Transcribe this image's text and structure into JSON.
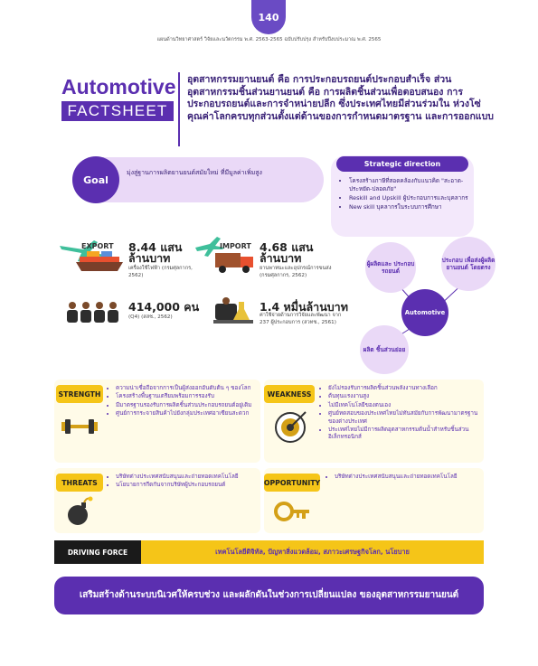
{
  "header": {
    "page_number": "140",
    "running_title": "แผนด้านวิทยาศาสตร์ วิจัยและนวัตกรรม พ.ศ. 2563-2565 ฉบับปรับปรุง สำหรับปีงบประมาณ พ.ศ. 2565"
  },
  "title": {
    "word": "Automotive",
    "subword": "FACTSHEET"
  },
  "intro": "อุตสาหกรรมยานยนต์ คือ การประกอบรถยนต์ประกอบสำเร็จ ส่วนอุตสาหกรรมชิ้นส่วนยานยนต์ คือ การผลิตชิ้นส่วนเพื่อตอบสนอง การประกอบรถยนต์และการจำหน่ายปลีก ซึ่งประเทศไทยมีส่วนร่วมใน ห่วงโซ่คุณค่าโลกครบทุกส่วนตั้งแต่ด้านของการกำหนดมาตรฐาน และการออกแบบ",
  "goal": {
    "label": "Goal",
    "text": "มุ่งสู่ฐานการผลิตยานยนต์สมัยใหม่ ที่มีมูลค่าเพิ่มสูง"
  },
  "strategic": {
    "heading": "Strategic direction",
    "items": [
      "โครงสร้างภาษีที่สอดคล้องกับแนวคิด \"สะอาด-ประหยัด-ปลอดภัย\"",
      "Reskill and Upskill ผู้ประกอบการและบุคลากร",
      "New skill บุคลากรในระบบการศึกษา"
    ]
  },
  "stats": {
    "export": {
      "label": "EXPORT",
      "value": "8.44 แสน ล้านบาท",
      "desc": "เครื่องใช้ไฟฟ้า (กรมศุลกากร, 2562)"
    },
    "import": {
      "label": "IMPORT",
      "value": "4.68 แสน ล้านบาท",
      "desc": "ยานพาหนะและอุปกรณ์การขนส่ง (กรมศุลกากร, 2562)"
    },
    "workforce": {
      "value": "414,000 คน",
      "desc": "(Q4) (สสช., 2562)"
    },
    "rnd": {
      "value": "1.4 หมื่นล้านบาท",
      "desc": "ค่าใช้จ่ายด้านการวิจัยและพัฒนา จาก 237 ผู้ประกอบการ (สวทช., 2561)"
    }
  },
  "diagram": {
    "hub": "Automotive",
    "bubbles": {
      "top_left": "ผู้ผลิตและ ประกอบ รถยนต์",
      "top_right": "ประกอบ เพื่อส่งผู้ผลิต ยานยนต์ โดยตรง",
      "bottom_left": "ผลิต ชิ้นส่วนย่อย"
    }
  },
  "swot": {
    "strength": {
      "label": "STRENGTH",
      "items": [
        "ความน่าเชื่อถือจากการเป็นผู้ส่งออกอันดับต้น ๆ ของโลก",
        "โครงสร้างพื้นฐานเตรียมพร้อมการรองรับ",
        "มีมาตรฐานรองรับการผลิตชิ้นส่วนประกอบรถยนต์อยู่เดิม",
        "ศูนย์การกระจายสินค้าไปยังกลุ่มประเทศอาเซียนสะดวก"
      ]
    },
    "weakness": {
      "label": "WEAKNESS",
      "items": [
        "ยังไม่รองรับการผลิตชิ้นส่วนพลังงานทางเลือก",
        "ต้นทุนแรงงานสูง",
        "ไม่มีเทคโนโลยีของตนเอง",
        "ศูนย์ทดสอบของประเทศไทยไม่ทันสมัยกับการพัฒนามาตรฐานของต่างประเทศ",
        "ประเทศไทยไม่มีการผลิตอุตสาหกรรมต้นน้ำสำหรับชิ้นส่วนอิเล็กทรอนิกส์"
      ]
    },
    "threats": {
      "label": "THREATS",
      "items": [
        "บริษัทต่างประเทศสนับสนุนและถ่ายทอดเทคโนโลยี",
        "นโยบายการกีดกันจากบริษัทผู้ประกอบรถยนต์"
      ]
    },
    "opportunity": {
      "label": "OPPORTUNITY",
      "items": [
        "บริษัทต่างประเทศสนับสนุนและถ่ายทอดเทคโนโลยี"
      ]
    }
  },
  "driving_force": {
    "label": "DRIVING FORCE",
    "text": "เทคโนโลยีดิจิทัล, ปัญหาสิ่งแวดล้อม, สภาวะเศรษฐกิจโลก, นโยบาย"
  },
  "banner": "เสริมสร้างด้านระบบนิเวศให้ครบช่วง และผลักดันในช่วงการเปลี่ยนแปลง ของอุตสาหกรรมยานยนต์",
  "colors": {
    "primary": "#5b2fb0",
    "accent": "#f5c518",
    "tint": "#ead9f7"
  }
}
